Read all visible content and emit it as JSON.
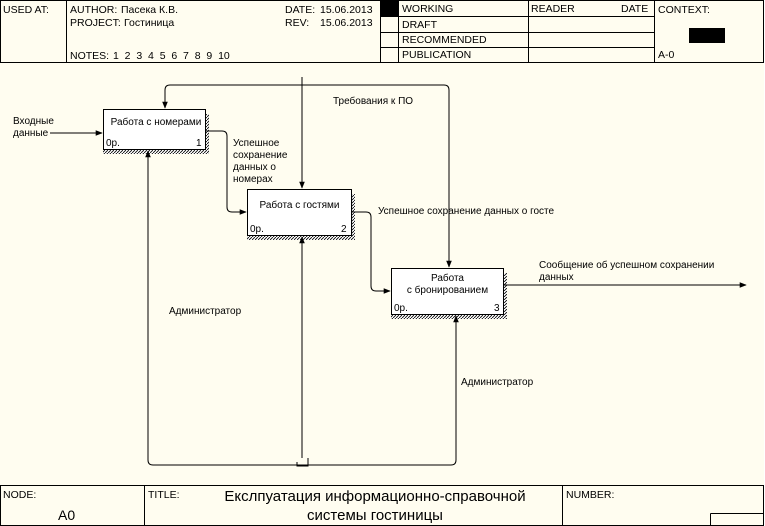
{
  "header": {
    "used_at_label": "USED AT:",
    "author_label": "AUTHOR:",
    "author_value": "Пасека К.В.",
    "project_label": "PROJECT:",
    "project_value": "Гостиница",
    "date_label": "DATE:",
    "date_value": "15.06.2013",
    "rev_label": "REV:",
    "rev_value": "15.06.2013",
    "notes_label": "NOTES:",
    "notes_value": "1  2  3  4  5  6  7  8  9  10",
    "status": [
      "WORKING",
      "DRAFT",
      "RECOMMENDED",
      "PUBLICATION"
    ],
    "reader_label": "READER",
    "reader_date_label": "DATE",
    "context_label": "CONTEXT:",
    "context_node": "A-0"
  },
  "boxes": [
    {
      "title": "Работа с номерами",
      "cost": "0р.",
      "number": "1"
    },
    {
      "title": "Работа с гостями",
      "cost": "0р.",
      "number": "2"
    },
    {
      "title": "Работа\nс бронированием",
      "cost": "0р.",
      "number": "3"
    }
  ],
  "arrows": {
    "input": "Входные\nданные",
    "req": "Требования к ПО",
    "rooms_saved": "Успешное\nсохранение\nданных о\nномерах",
    "guest_saved": "Успешное сохранение данных о госте",
    "output": "Сообщение об успешном сохранении\nданных",
    "admin1": "Администратор",
    "admin2": "Администратор"
  },
  "footer": {
    "node_label": "NODE:",
    "node_value": "A0",
    "title_label": "TITLE:",
    "title_value": "Екслпуатация  информационно-справочной\nсистемы  гостиницы",
    "number_label": "NUMBER:"
  }
}
